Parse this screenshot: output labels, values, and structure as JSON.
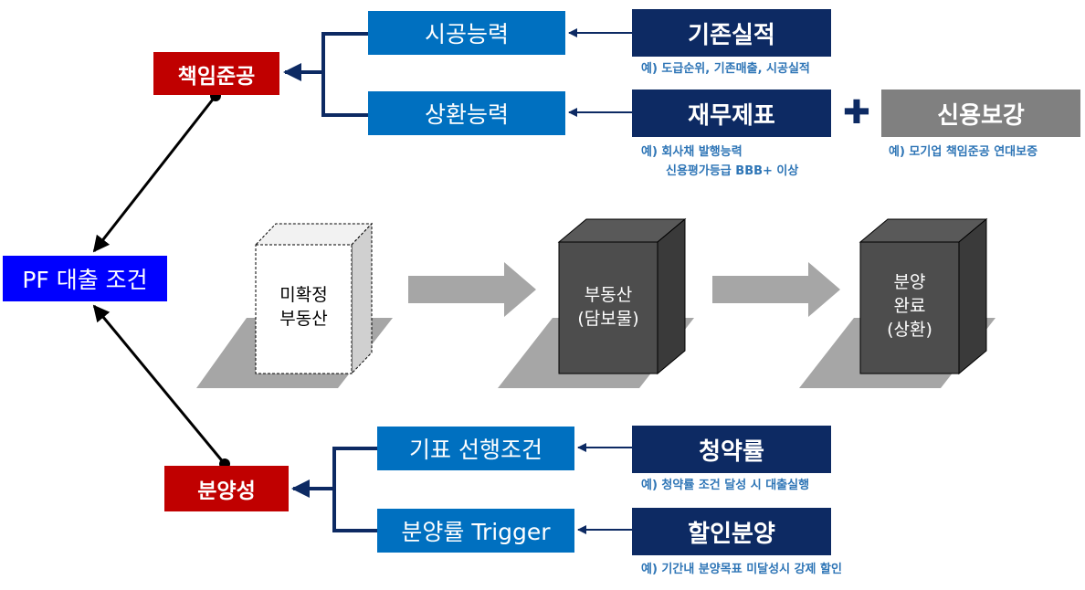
{
  "left": {
    "pf_loan_condition": "PF 대출 조건",
    "completion_guarantee": "책임준공",
    "saleability": "분양성"
  },
  "top": {
    "construction_capability": "시공능력",
    "repayment_capability": "상환능력",
    "track_record": "기존실적",
    "track_record_note": "예) 도급순위, 기존매출, 시공실적",
    "financials": "재무제표",
    "financials_note_1": "예) 회사채 발행능력",
    "financials_note_2": "신용평가등급 BBB+ 이상",
    "plus_symbol": "✚",
    "credit_enhancement": "신용보강",
    "credit_enhancement_note": "예) 모기업 책임준공 연대보증"
  },
  "middle": {
    "undetermined_property": [
      "미확정",
      "부동산"
    ],
    "property_collateral": [
      "부동산",
      "(담보물)"
    ],
    "sale_complete": [
      "분양",
      "완료",
      "(상환)"
    ]
  },
  "bottom": {
    "bond_precondition": "기표 선행조건",
    "sale_rate_trigger": "분양률 Trigger",
    "subscription_rate": "청약률",
    "subscription_rate_note": "예) 청약률 조건 달성 시 대출실행",
    "discount_sale": "할인분양",
    "discount_sale_note": "예) 기간내 분양목표 미달성시 강제 할인"
  },
  "colors": {
    "red": "#c00000",
    "blue": "#0070c0",
    "navy": "#0d2a63",
    "gray": "#808080",
    "pf_blue": "#0000ff",
    "note_blue": "#2e75b6"
  }
}
